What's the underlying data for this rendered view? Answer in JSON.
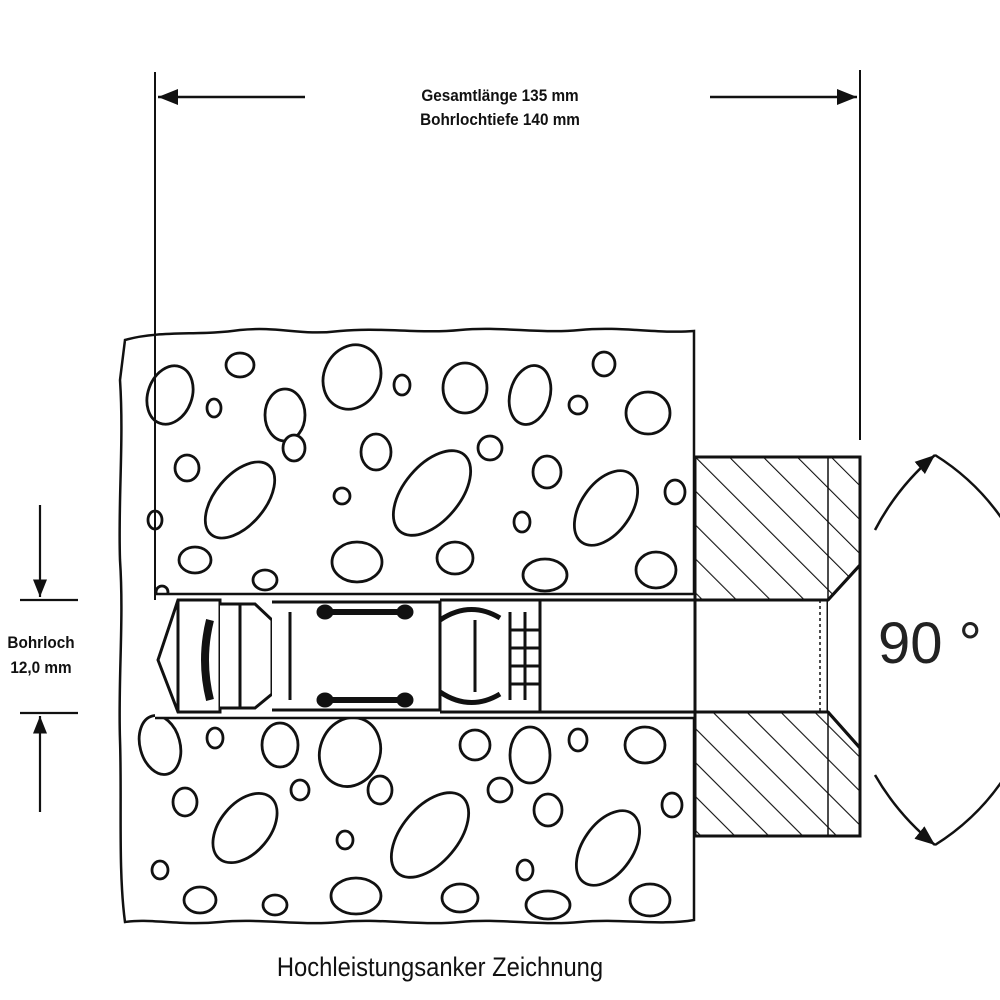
{
  "dimension": {
    "total_length": "Gesamtlänge 135 mm",
    "hole_depth": "Bohrlochtiefe 140 mm"
  },
  "bore": {
    "label": "Bohrloch",
    "diameter": "12,0 mm"
  },
  "angle_label": "90 °",
  "caption": "Hochleistungsanker Zeichnung"
}
